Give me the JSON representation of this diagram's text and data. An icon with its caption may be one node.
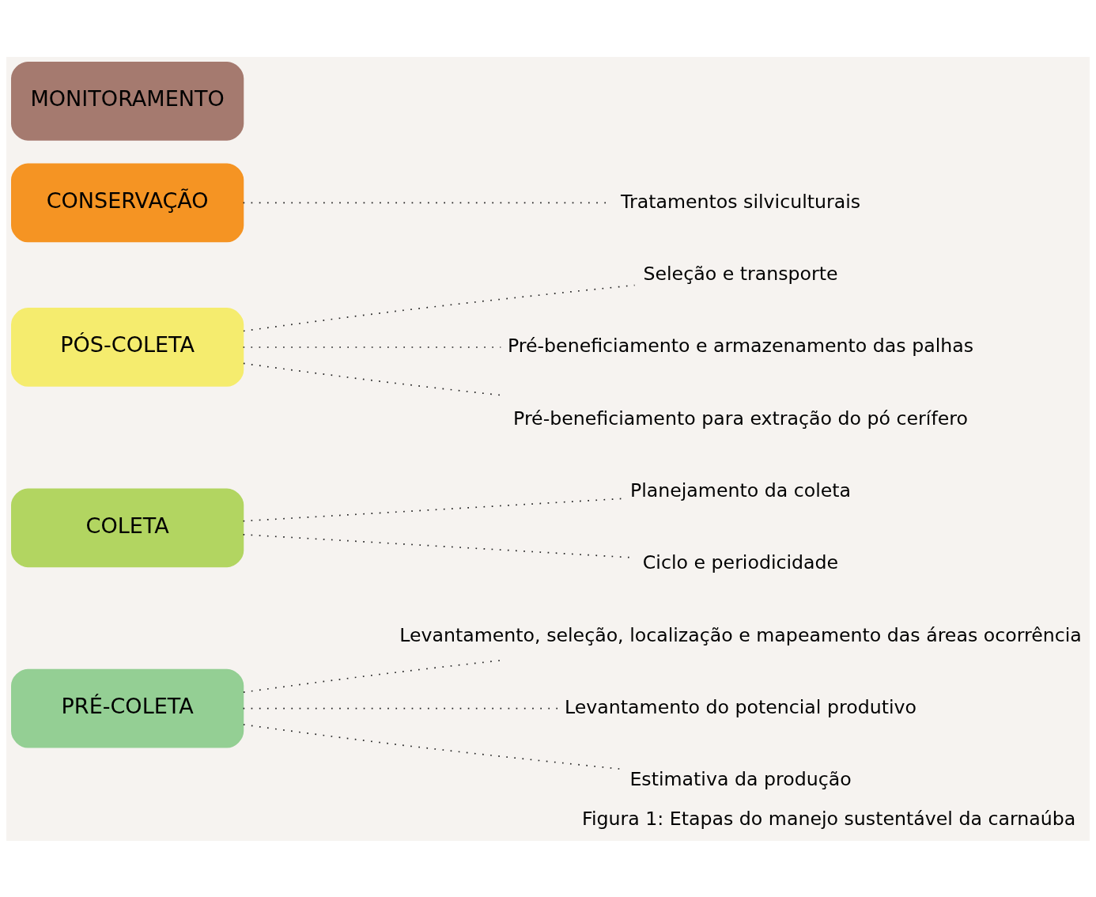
{
  "diagram": {
    "caption": "Figura 1: Etapas do manejo sustentável da carnaúba",
    "nodes": [
      {
        "text": [
          "PRÉ-COLETA"
        ]
      },
      {
        "text": [
          "COLETA"
        ]
      },
      {
        "text": [
          "PÓS-COLETA"
        ]
      },
      {
        "text": [
          "CONSERVAÇÃO"
        ]
      },
      {
        "text": [
          "MONITORAMENTO"
        ]
      },
      {
        "text": [
          "Levantamento, seleção, localização e mapeamento das áreas ocorrência"
        ]
      },
      {
        "text": [
          "Levantamento do potencial produtivo"
        ]
      },
      {
        "text": [
          "Estimativa da produção"
        ]
      },
      {
        "text": [
          "Planejamento da coleta"
        ]
      },
      {
        "text": [
          "Ciclo e periodicidade"
        ]
      },
      {
        "text": [
          "Seleção e transporte"
        ]
      },
      {
        "text": [
          "Pré-beneficiamento e armazenamento das palhas"
        ]
      },
      {
        "text": [
          "Pré-beneficiamento para extração do pó cerífero"
        ]
      },
      {
        "text": [
          "Tratamentos silviculturais"
        ]
      }
    ],
    "edges": [
      {
        "from": 0,
        "to": 5,
        "arrow": "none"
      },
      {
        "from": 0,
        "to": 6,
        "arrow": "none"
      },
      {
        "from": 0,
        "to": 7,
        "arrow": "none"
      },
      {
        "from": 1,
        "to": 8,
        "arrow": "none"
      },
      {
        "from": 1,
        "to": 9,
        "arrow": "none"
      },
      {
        "from": 2,
        "to": 10,
        "arrow": "none"
      },
      {
        "from": 2,
        "to": 11,
        "arrow": "none"
      },
      {
        "from": 2,
        "to": 12,
        "arrow": "none"
      },
      {
        "from": 3,
        "to": 13,
        "arrow": "none"
      }
    ]
  }
}
